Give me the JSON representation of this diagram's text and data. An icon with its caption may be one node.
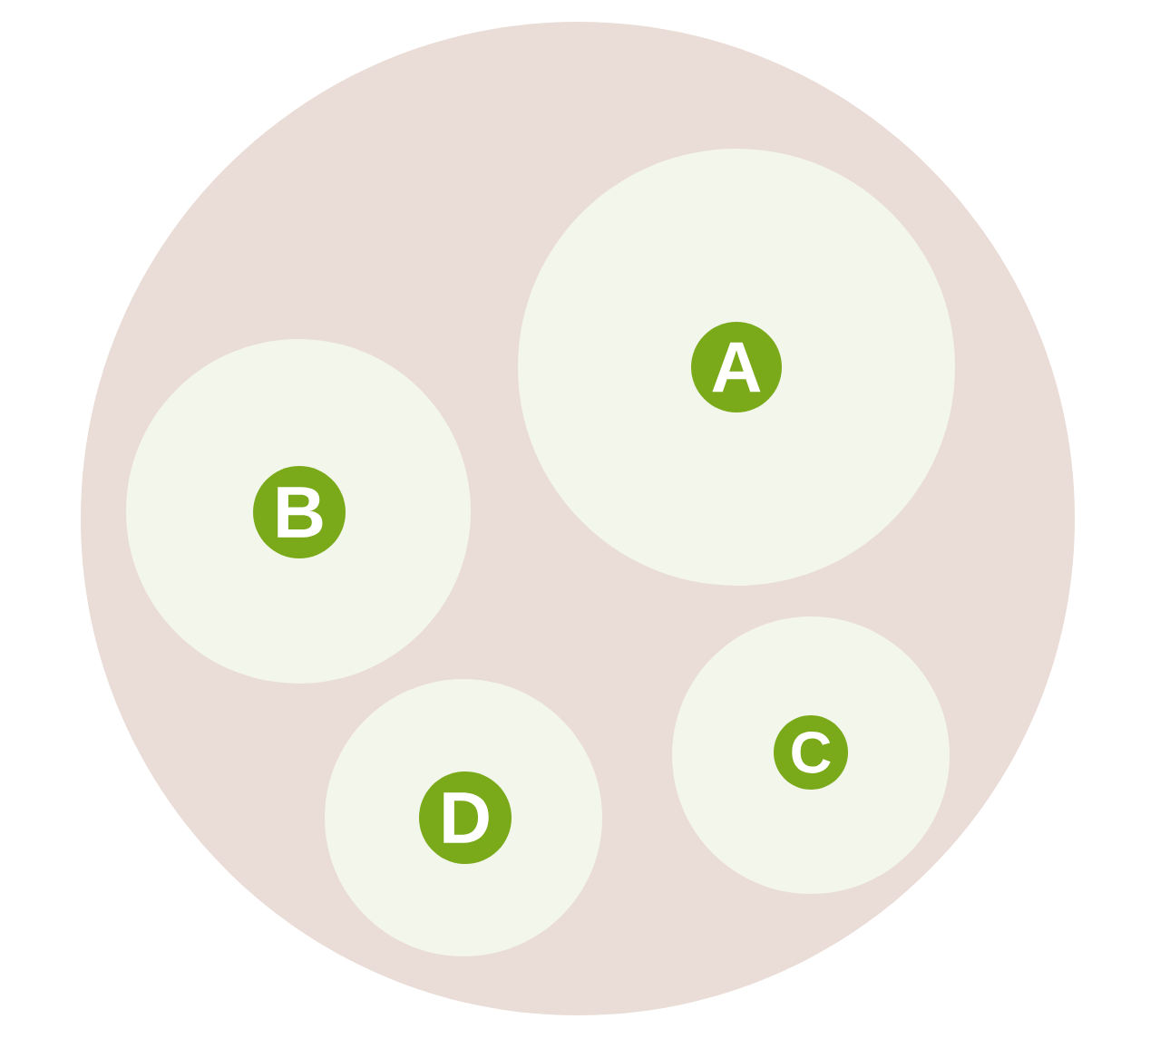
{
  "diagram": {
    "nodes": [
      {
        "text": [],
        "shape": "circle"
      },
      {
        "text": [],
        "shape": "circle",
        "in": 0
      },
      {
        "text": [
          "A"
        ],
        "in": 1
      },
      {
        "text": [],
        "shape": "circle",
        "in": 0
      },
      {
        "text": [
          "B"
        ],
        "in": 3
      },
      {
        "text": [],
        "shape": "circle",
        "in": 0
      },
      {
        "text": [
          "C"
        ],
        "in": 5
      },
      {
        "text": [],
        "shape": "circle",
        "in": 0
      },
      {
        "text": [
          "D"
        ],
        "in": 7
      }
    ]
  }
}
